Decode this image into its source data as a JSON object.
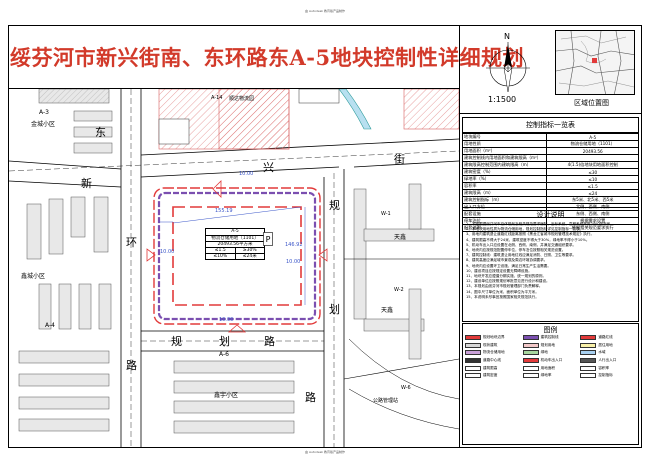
{
  "header": {
    "top_watermark": "由 Autodesk 教育版产品制作",
    "bottom_watermark": "由 Autodesk 教育版产品制作",
    "title": "绥芬河市新兴街南、东环路东A-5地块控制性详细规划"
  },
  "compass": {
    "north_label": "N"
  },
  "scale": {
    "label": "1:1500"
  },
  "locator": {
    "label": "区域位置图"
  },
  "map": {
    "roads": {
      "east_ring_chars": [
        "东",
        "环",
        "路"
      ],
      "xinxing_chars": [
        "新",
        "兴",
        "街"
      ],
      "planned_road_chars": [
        "规",
        "划",
        "路"
      ],
      "planned_road_bottom_chars": [
        "规",
        "划",
        "路"
      ],
      "planned_road_bottom2_chars": [
        "路"
      ]
    },
    "blocks": {
      "a3": {
        "code": "A-3",
        "name": "金城小区"
      },
      "a14": {
        "code": "A-14",
        "name": "顺达物流园"
      },
      "a4": {
        "code": "A-4",
        "name": "鑫城小区"
      },
      "a6": {
        "code": "A-6",
        "name": "鑫宇小区"
      },
      "w1": {
        "code": "W-1",
        "name": "天鑫"
      },
      "w2": {
        "code": "W-2",
        "name": "天鑫"
      },
      "w6": {
        "code": "W-6",
        "name": "公路管理站"
      }
    },
    "dimensions": {
      "top": "155.19",
      "right": "146.92",
      "left": "10.00",
      "right_inner": "10.00",
      "top_inner": "10.00",
      "bottom_inner": "10.00"
    },
    "site": {
      "code": "A-5",
      "use": "物流仓储用地（1101）",
      "area": "20493.56平方米",
      "r1c1": "≤1.5",
      "r1c2": "≥30%",
      "r2c1": "≤10%",
      "r2c2": "≤24米"
    }
  },
  "index_table": {
    "title": "控制指标一览表",
    "rows": [
      {
        "k": "地块编号",
        "v": "A-5"
      },
      {
        "k": "用地性质",
        "v": "物流仓储用地（1101）"
      },
      {
        "k": "用地面积（m²）",
        "v": "20493.56"
      },
      {
        "k": "建筑控制线内用地面积和建筑限高（m²）",
        "v": ""
      },
      {
        "k": "建筑限高控制范围内建筑限高（m）",
        "v": "4(1.5)倍地块用地面积控制"
      },
      {
        "k": "建筑密度（%）",
        "v": "≤30"
      },
      {
        "k": "绿地率（%）",
        "v": "≤10"
      },
      {
        "k": "容积率",
        "v": "≤1.5"
      },
      {
        "k": "建筑限高（m）",
        "v": "≤24"
      },
      {
        "k": "建筑控制指标（m）",
        "v": "东5米、北5米、西5米"
      },
      {
        "k": "出入口方位",
        "v": "北侧、西侧、南侧"
      },
      {
        "k": "配套设施",
        "v": "东侧、西侧、南侧"
      },
      {
        "k": "停车泊位",
        "v": "根据需求设置"
      },
      {
        "k": "配套说明",
        "v": "依据相关规范要求执行"
      }
    ]
  },
  "notes": {
    "title": "设计说明",
    "items": [
      "1、本图根据绥芬河市总体规划及相关规范要求编制，坐标系统、高程系统采用2000坐标系。",
      "2、本地块用地性质为物流仓储用地，规划控制指标详见控制指标一览表。",
      "3、用地内建筑退让道路红线距离按照《黑龙江省城市规划管理技术规定》执行。",
      "4、建筑限高不得大于24米，建筑密度不得大于30%，绿地率不得小于10%。",
      "5、机动车出入口应设置在北侧、西侧、南侧，并满足交通组织要求。",
      "6、地块内应按规范配置停车位，停车泊位按照相关规范设置。",
      "7、建筑控制线：建筑退让用地红线应满足消防、日照、卫生等要求。",
      "8、建筑高度应满足城市景观及周边环境协调要求。",
      "9、地块内应设置环卫设施，满足日常生产生活需要。",
      "10、建设项目应按规定设置无障碍设施。",
      "11、地块开发应遵循分期实施、统一规划的原则。",
      "12、建设单位应按照规划审批意见进行设计和建设。",
      "13、本规划由绥芬河市规划管理部门负责解释。",
      "14、图中尺寸单位为米，面积单位为平方米。",
      "15、本说明未尽事宜按照国家相关规范执行。"
    ]
  },
  "legend": {
    "title": "图例",
    "items": [
      {
        "label": "规划地块边界",
        "color": "#e23a3a"
      },
      {
        "label": "建筑控制线",
        "color": "#7b4fb0"
      },
      {
        "label": "道路红线",
        "color": "#e23a3a"
      },
      {
        "label": "现状建筑",
        "color": "#d8d8d8"
      },
      {
        "label": "规划用地",
        "color": "#f2c8c8"
      },
      {
        "label": "居住用地",
        "color": "#f8f0a8"
      },
      {
        "label": "物流仓储用地",
        "color": "#c9a0d8"
      },
      {
        "label": "绿地",
        "color": "#a8d8a0"
      },
      {
        "label": "水域",
        "color": "#a8d0f0"
      },
      {
        "label": "道路中心线",
        "color": "#333333"
      },
      {
        "label": "机动车出入口",
        "color": "#e23a3a"
      },
      {
        "label": "人行出入口",
        "color": "#555555"
      },
      {
        "label": "建筑限高",
        "color": "#ffffff"
      },
      {
        "label": "用地面积",
        "color": "#ffffff"
      },
      {
        "label": "容积率",
        "color": "#ffffff"
      },
      {
        "label": "建筑密度",
        "color": "#ffffff"
      },
      {
        "label": "绿地率",
        "color": "#ffffff"
      },
      {
        "label": "控制指标",
        "color": "#ffffff"
      }
    ]
  },
  "colors": {
    "title_red": "#d23a2a",
    "site_red": "#e23a3a",
    "control_purple": "#7b4fb0",
    "hatch_red": "#d86060",
    "dim_blue": "#3a55c8"
  }
}
